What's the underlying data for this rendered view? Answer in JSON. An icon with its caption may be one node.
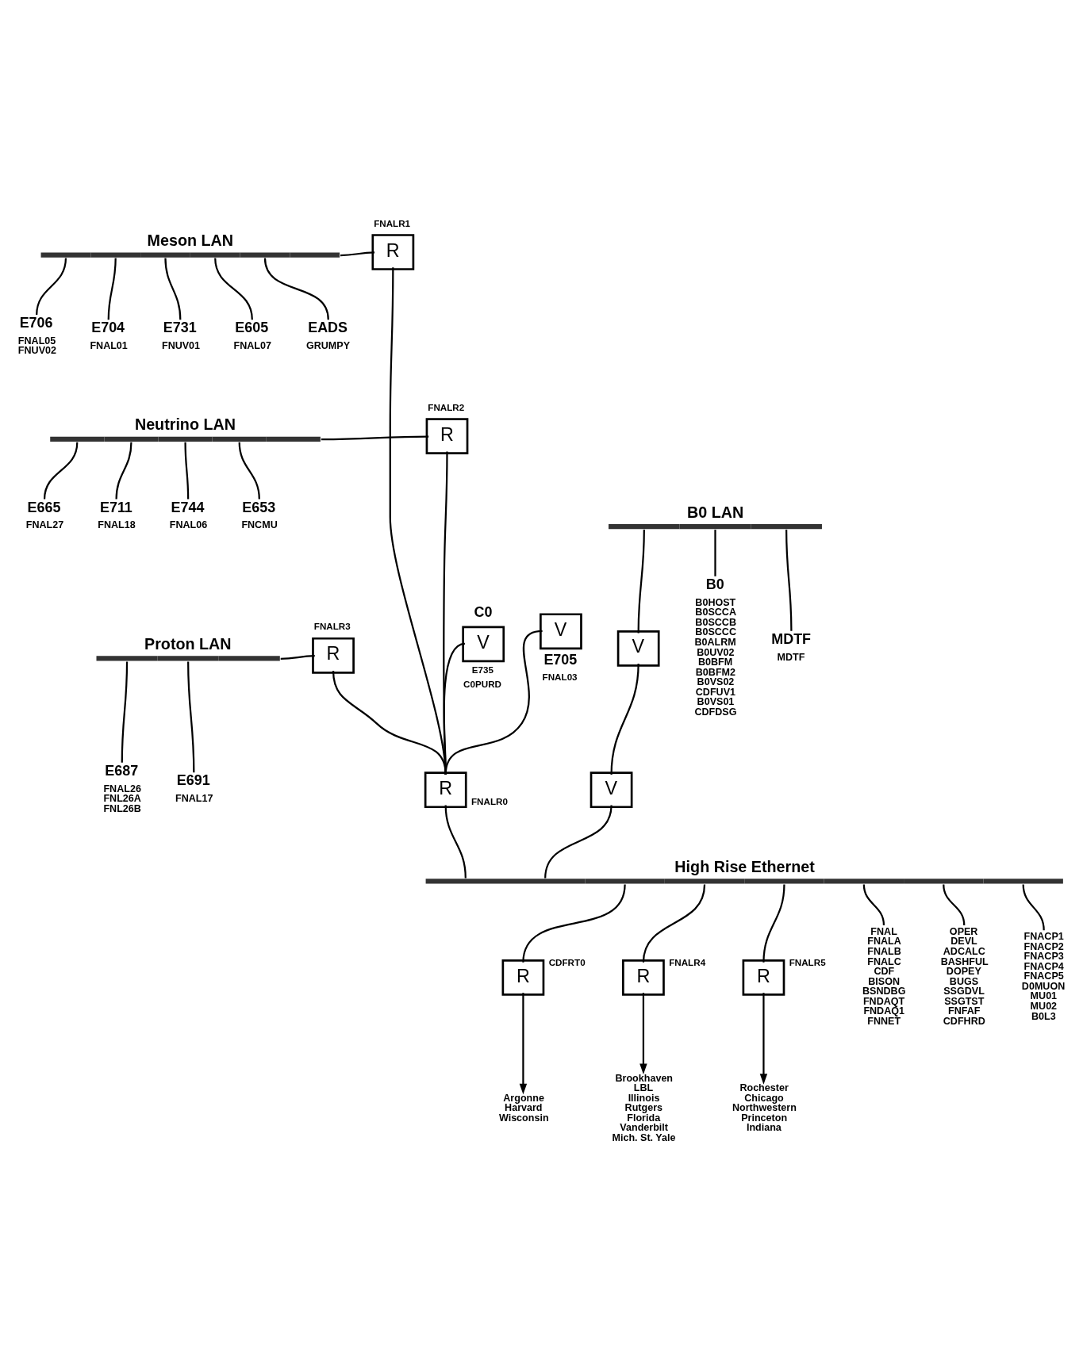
{
  "diagram": {
    "nodes": [
      {
        "text": [
          "Meson LAN"
        ]
      },
      {
        "text": [
          "E706",
          "FNAL05 FNUV02"
        ]
      },
      {
        "text": [
          "E704",
          "FNAL01"
        ]
      },
      {
        "text": [
          "E731",
          "FNUV01"
        ]
      },
      {
        "text": [
          "E605",
          "FNAL07"
        ]
      },
      {
        "text": [
          "EADS",
          "GRUMPY"
        ]
      },
      {
        "text": [
          "FNALR1",
          "R"
        ]
      },
      {
        "text": [
          "C0",
          "V",
          "E735",
          "C0PURD"
        ]
      },
      {
        "text": [
          "Neutrino LAN"
        ]
      },
      {
        "text": [
          "E665",
          "FNAL27"
        ]
      },
      {
        "text": [
          "E711",
          "FNAL18"
        ]
      },
      {
        "text": [
          "E744",
          "FNAL06"
        ]
      },
      {
        "text": [
          "E653",
          "FNCMU"
        ]
      },
      {
        "text": [
          "FNALR2",
          "R"
        ]
      },
      {
        "text": [
          "V",
          "E705",
          "FNAL03"
        ]
      },
      {
        "text": [
          "Proton LAN"
        ]
      },
      {
        "text": [
          "E687",
          "FNAL26 FNL26A FNL26B"
        ]
      },
      {
        "text": [
          "E691",
          "FNAL17"
        ]
      },
      {
        "text": [
          "FNALR3",
          "R"
        ]
      },
      {
        "text": [
          "B0 LAN"
        ]
      },
      {
        "text": [
          "V"
        ]
      },
      {
        "text": [
          "B0",
          "B0HOST B0SCCA B0SCCB B0SCCC B0ALRM B0UV02 B0BFM B0BFM2 B0VS02 CDFUV1 B0VS01 CDFDSG"
        ]
      },
      {
        "text": [
          "MDTF",
          "MDTF"
        ]
      },
      {
        "text": [
          "R",
          "FNALR0"
        ]
      },
      {
        "text": [
          "V"
        ]
      },
      {
        "text": [
          "High Rise Ethernet"
        ]
      },
      {
        "text": [
          "CDFRT0",
          "R"
        ]
      },
      {
        "text": [
          "FNALR4",
          "R"
        ]
      },
      {
        "text": [
          "FNALR5",
          "R"
        ]
      },
      {
        "text": [
          "FNAL FNALA FNALB FNALC CDF BISON BSNDBG FNDAQT FNDAQ1 FNNET"
        ]
      },
      {
        "text": [
          "OPER DEVL ADCALC BASHFUL DOPEY BUGS SSGDVL SSGTST FNFAF CDFHRD"
        ]
      },
      {
        "text": [
          "FNACP1 FNACP2 FNACP3 FNACP4 FNACP5 D0MUON MU01 MU02 B0L3"
        ]
      },
      {
        "text": [
          "Argonne Harvard Wisconsin"
        ]
      },
      {
        "text": [
          "Brookhaven LBL Illinois Rutgers Florida Vanderbilt Mich. St. Yale"
        ]
      },
      {
        "text": [
          "Rochester Chicago Northwestern Princeton Indiana"
        ]
      }
    ],
    "edges": [
      {
        "from": 0,
        "to": 1,
        "arrow": "none"
      },
      {
        "from": 0,
        "to": 2,
        "arrow": "none"
      },
      {
        "from": 0,
        "to": 3,
        "arrow": "none"
      },
      {
        "from": 0,
        "to": 4,
        "arrow": "none"
      },
      {
        "from": 0,
        "to": 5,
        "arrow": "none"
      },
      {
        "from": 0,
        "to": 6,
        "arrow": "none"
      },
      {
        "from": 8,
        "to": 9,
        "arrow": "none"
      },
      {
        "from": 8,
        "to": 10,
        "arrow": "none"
      },
      {
        "from": 8,
        "to": 11,
        "arrow": "none"
      },
      {
        "from": 8,
        "to": 12,
        "arrow": "none"
      },
      {
        "from": 8,
        "to": 13,
        "arrow": "none"
      },
      {
        "from": 15,
        "to": 16,
        "arrow": "none"
      },
      {
        "from": 15,
        "to": 17,
        "arrow": "none"
      },
      {
        "from": 15,
        "to": 18,
        "arrow": "none"
      },
      {
        "from": 19,
        "to": 20,
        "arrow": "none"
      },
      {
        "from": 19,
        "to": 21,
        "arrow": "none"
      },
      {
        "from": 19,
        "to": 22,
        "arrow": "none"
      },
      {
        "from": 6,
        "to": 23,
        "arrow": "none"
      },
      {
        "from": 7,
        "to": 23,
        "arrow": "none"
      },
      {
        "from": 13,
        "to": 23,
        "arrow": "none"
      },
      {
        "from": 18,
        "to": 23,
        "arrow": "none"
      },
      {
        "from": 14,
        "to": 23,
        "arrow": "none"
      },
      {
        "from": 20,
        "to": 24,
        "arrow": "none"
      },
      {
        "from": 23,
        "to": 25,
        "arrow": "none"
      },
      {
        "from": 24,
        "to": 25,
        "arrow": "none"
      },
      {
        "from": 25,
        "to": 26,
        "arrow": "none"
      },
      {
        "from": 25,
        "to": 27,
        "arrow": "none"
      },
      {
        "from": 25,
        "to": 28,
        "arrow": "none"
      },
      {
        "from": 25,
        "to": 29,
        "arrow": "none"
      },
      {
        "from": 25,
        "to": 30,
        "arrow": "none"
      },
      {
        "from": 25,
        "to": 31,
        "arrow": "none"
      },
      {
        "from": 26,
        "to": 32,
        "arrow": "to"
      },
      {
        "from": 27,
        "to": 33,
        "arrow": "to"
      },
      {
        "from": 28,
        "to": 34,
        "arrow": "to"
      }
    ]
  }
}
